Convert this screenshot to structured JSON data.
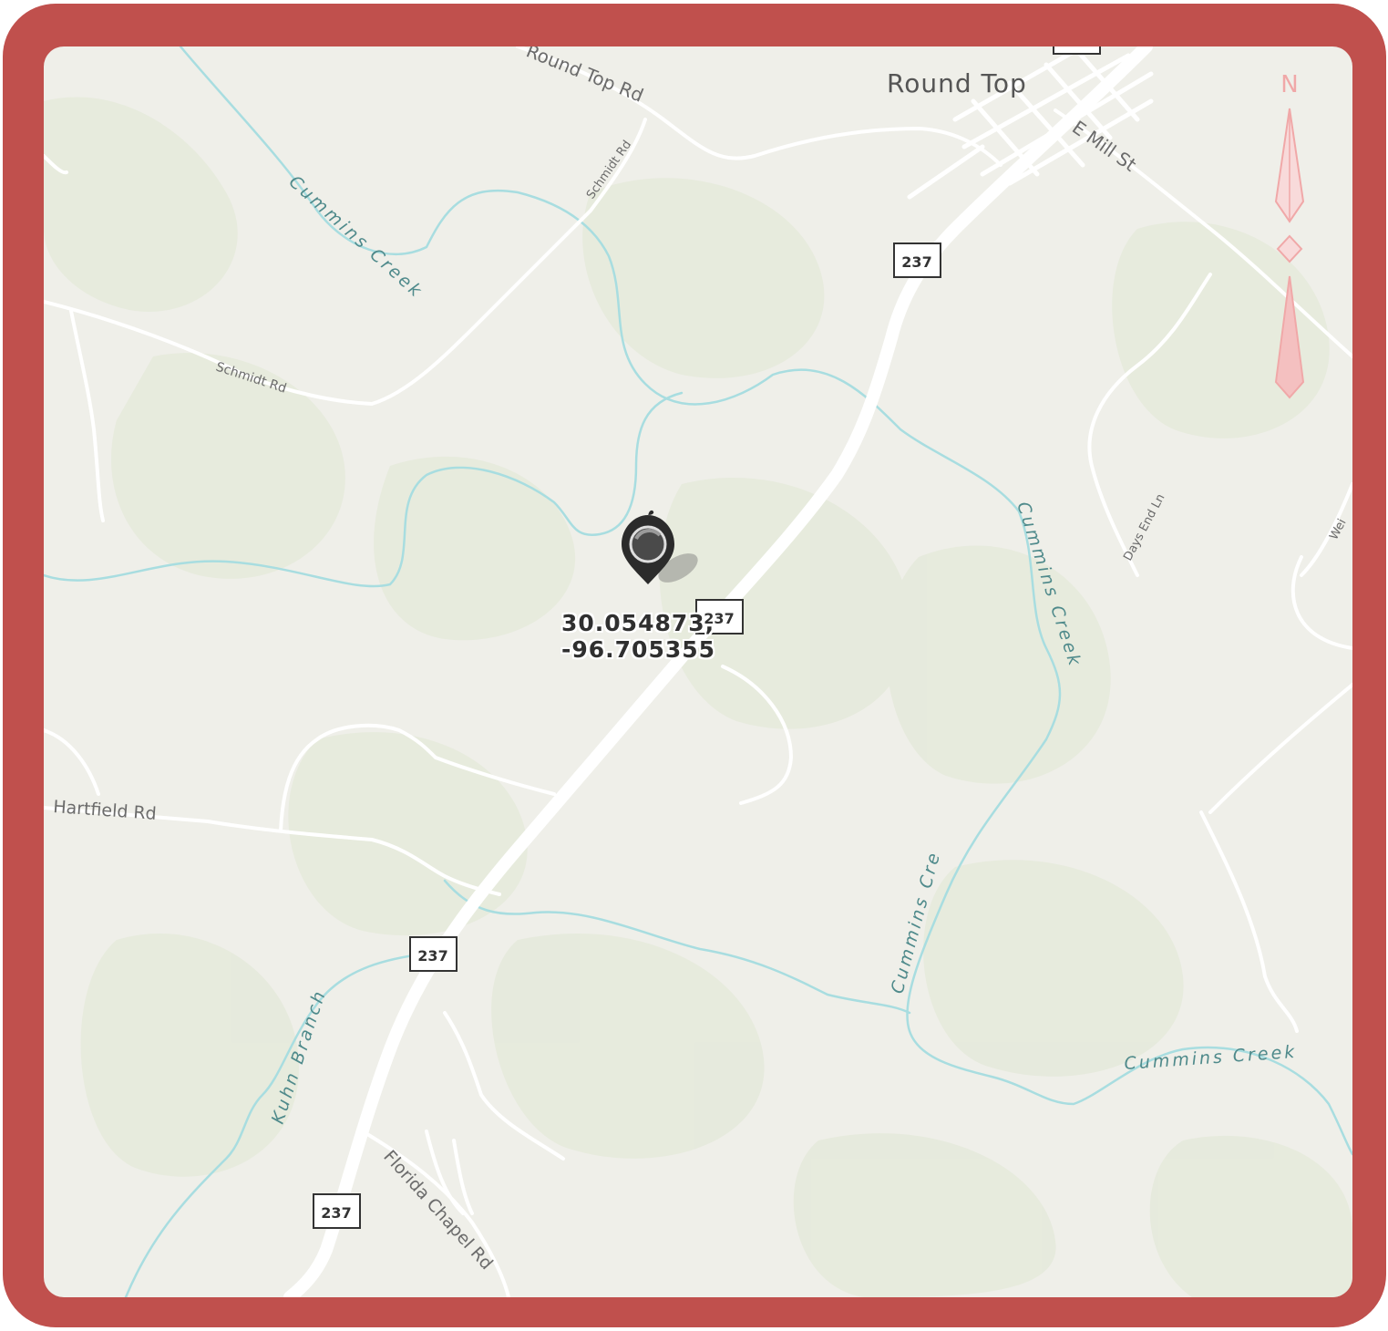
{
  "map": {
    "place_label": "Round Top",
    "coordinates": {
      "latitude": "30.054873,",
      "longitude": "-96.705355"
    },
    "compass_label": "N",
    "road_labels": {
      "round_top_rd": "Round Top Rd",
      "schmidt_rd_north": "Schmidt Rd",
      "schmidt_rd_west": "Schmidt Rd",
      "e_mill_st": "E Mill St",
      "hartfield_rd": "Hartfield Rd",
      "florida_chapel_rd": "Florida Chapel Rd",
      "days_end_ln": "Days End Ln",
      "partial_east": "Wei"
    },
    "water_labels": {
      "cummins_creek_nw": "Cummins Creek",
      "cummins_creek_east": "Cummins Creek",
      "cummins_creek_mid": "Cummins Cre",
      "cummins_creek_se": "Cummins Creek",
      "kuhn_branch": "Kuhn Branch"
    },
    "shields": [
      "237",
      "237",
      "237",
      "237"
    ],
    "colors": {
      "frame": "#c0504d",
      "land": "#efefe9",
      "road": "#ffffff",
      "water": "#a8dde0",
      "label_water": "#4f8a8b",
      "label_road": "#6b6b6b",
      "compass": "#f0a8a8"
    }
  }
}
